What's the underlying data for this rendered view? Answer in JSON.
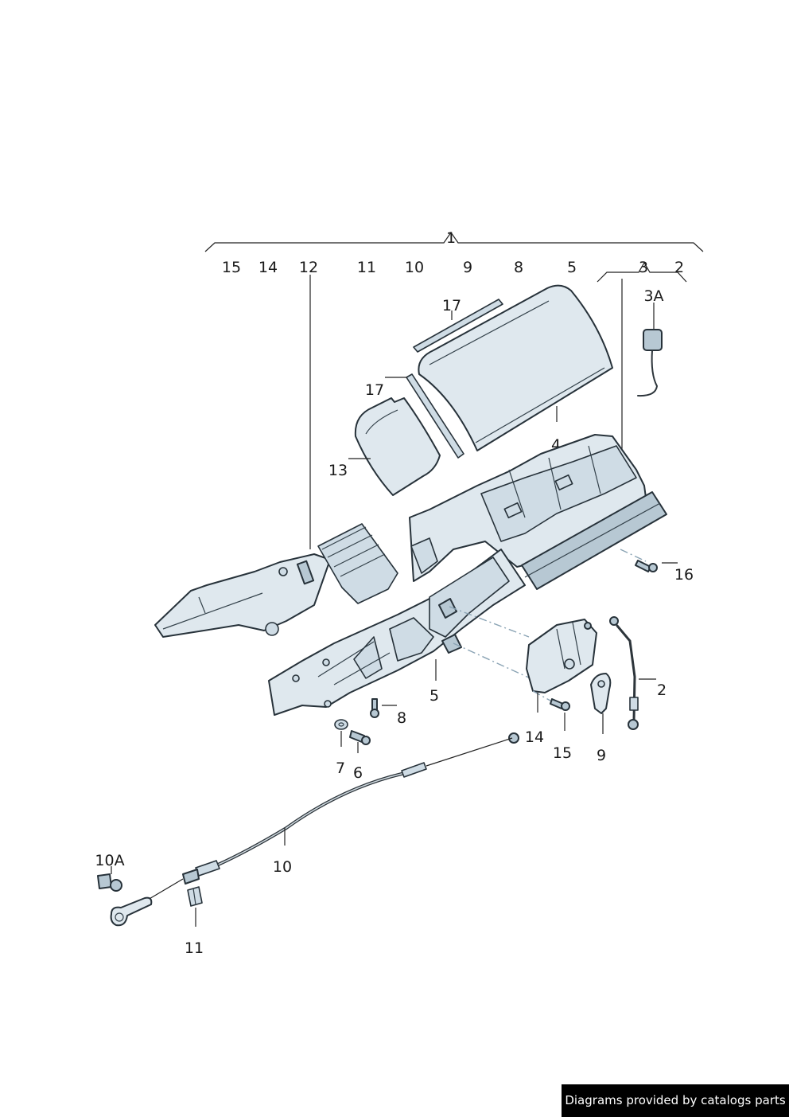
{
  "header_labels": [
    "15",
    "14",
    "12",
    "11",
    "10",
    "9",
    "8",
    "5",
    "3",
    "2"
  ],
  "bracket_label": "1",
  "callouts": {
    "c17a": "17",
    "c3a": "3A",
    "c17b": "17",
    "c4": "4",
    "c13": "13",
    "c16": "16",
    "c5": "5",
    "c8": "8",
    "c2": "2",
    "c14": "14",
    "c15": "15",
    "c9": "9",
    "c7": "7",
    "c6": "6",
    "c10": "10",
    "c10a": "10A",
    "c11": "11"
  },
  "footer": "Diagrams provided by catalogs parts",
  "colors": {
    "part_fill": "#dfe8ee",
    "part_outline": "#27323a",
    "footer_bg": "#000000"
  }
}
